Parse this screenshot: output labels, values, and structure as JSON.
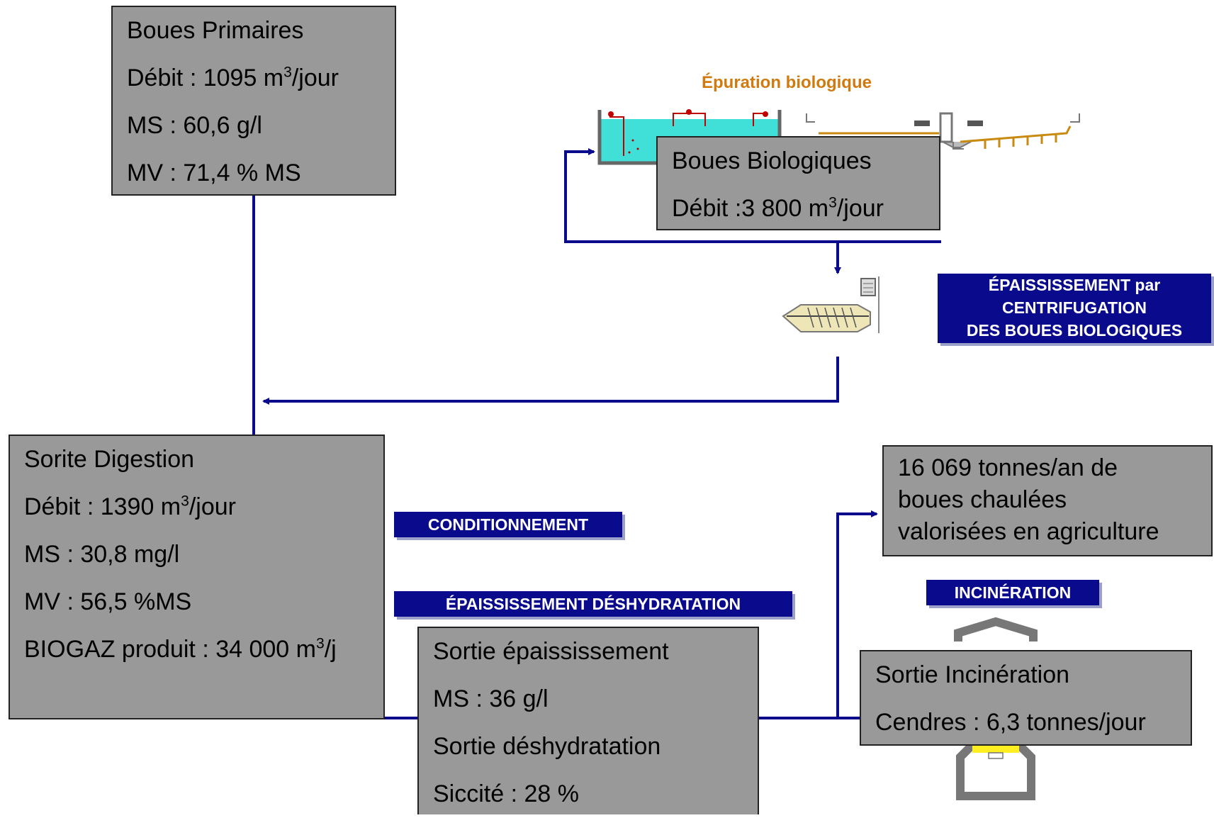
{
  "colors": {
    "flow_line": "#0a0a8c",
    "box_fill": "#999999",
    "tag_fill": "#0a0a8c",
    "bio_title": "#d07a10"
  },
  "bio_title": "Épuration biologique",
  "boues_primaires": {
    "title": "Boues Primaires",
    "debit_prefix": "Débit : 1095 m",
    "debit_sup": "3",
    "debit_suffix": "/jour",
    "ms": "MS : 60,6 g/l",
    "mv": "MV : 71,4 % MS"
  },
  "boues_biologiques": {
    "title": "Boues Biologiques",
    "debit_prefix": "Débit :3 800 m",
    "debit_sup": "3",
    "debit_suffix": "/jour"
  },
  "tag_centrifugation": {
    "line1": "ÉPAISSISSEMENT par",
    "line2": "CENTRIFUGATION",
    "line3": "DES BOUES BIOLOGIQUES"
  },
  "sortie_digestion": {
    "title": "Sorite Digestion",
    "debit_prefix": "Débit : 1390 m",
    "debit_sup": "3",
    "debit_suffix": "/jour",
    "ms": "MS : 30,8 mg/l",
    "mv": "MV : 56,5 %MS",
    "biogaz_prefix": "BIOGAZ produit : 34 000 m",
    "biogaz_sup": "3",
    "biogaz_suffix": "/j"
  },
  "tag_conditionnement": "CONDITIONNEMENT",
  "tag_epaississement": "ÉPAISSISSEMENT DÉSHYDRATATION",
  "sortie_epaississement": {
    "title": "Sortie épaississement",
    "ms": "MS : 36 g/l",
    "deshydratation": "Sortie déshydratation",
    "siccite": "Siccité : 28 %"
  },
  "boues_chaulees": {
    "line1": "16 069 tonnes/an de",
    "line2": "boues chaulées",
    "line3": "valorisées en agriculture"
  },
  "tag_incineration": "INCINÉRATION",
  "sortie_incineration": {
    "title": "Sortie Incinération",
    "cendres": "Cendres : 6,3 tonnes/jour"
  },
  "icons": [
    "aeration-basin-icon",
    "clarifier-icon",
    "centrifuge-icon",
    "incinerator-icon"
  ]
}
